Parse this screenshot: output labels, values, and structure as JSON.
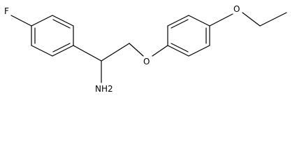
{
  "molecule": {
    "atom_labels": {
      "fluorine": "F",
      "amine": "NH2",
      "ether_oxygen": "O",
      "ethoxy_oxygen": "O"
    },
    "bond_color": "#000000",
    "background": "#ffffff"
  }
}
